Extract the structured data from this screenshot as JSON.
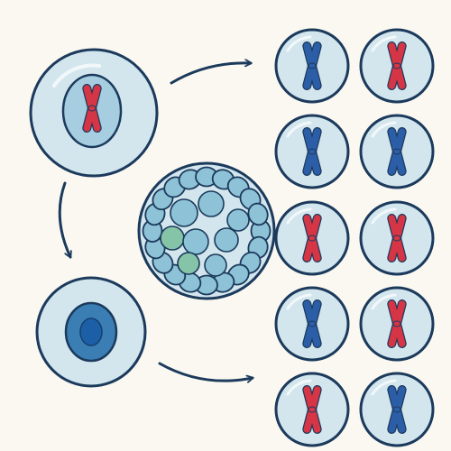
{
  "colors": {
    "background": "#fbf8f1",
    "cell_fill": "#d3e6ee",
    "cell_outline": "#1b3a5c",
    "nucleus_fill": "#a6cde0",
    "nucleus_dark": "#3a7eb3",
    "nucleus_core": "#1d5fa6",
    "chromosome_red": "#d63545",
    "chromosome_blue": "#2c5ea8",
    "cluster_cell": "#8ec2d6",
    "cluster_cell_green": "#86c4a8",
    "arrow": "#1b3a5c"
  },
  "diagram": {
    "parent_cell": {
      "chromosome": "red"
    },
    "nucleated_cell": {
      "icon": "nucleus"
    },
    "cluster": {
      "icon": "cell-cluster"
    },
    "daughter_cells": [
      "blue",
      "red",
      "blue",
      "blue",
      "red",
      "red",
      "blue",
      "red",
      "red",
      "blue"
    ],
    "arrows": [
      "parent-to-daughters",
      "parent-to-nucleated-cell",
      "nucleated-cell-to-daughters"
    ]
  }
}
